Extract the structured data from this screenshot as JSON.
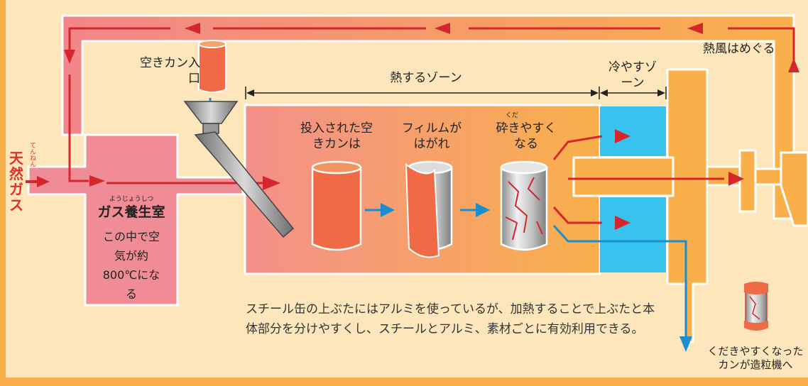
{
  "labels": {
    "can_inlet": "空きカン入口",
    "heat_zone": "熱するゾーン",
    "cool_zone": "冷やすゾーン",
    "hot_air_cycle": "熱風はめぐる",
    "natural_gas": "天然ガス",
    "natural_gas_ruby": "てんねん",
    "gas_chamber": "ガス養生室",
    "gas_chamber_ruby": "ようじょうしつ",
    "gas_chamber_desc": "この中で空気が約800℃になる",
    "stage1": "投入された空きカンは",
    "stage2": "フィルムがはがれ",
    "stage3": "砕きやすくなる",
    "stage3_ruby": "くだ",
    "output": "くだきやすくなったカンが造粒機へ"
  },
  "note": "スチール缶の上ぶたにはアルミを使っているが、加熱することで上ぶたと本体部分を分けやすくし、スチールとアルミ、素材ごとに有効利用できる。",
  "colors": {
    "background": "#fde6bb",
    "heat_gradient_start": "#f2868a",
    "heat_gradient_end": "#f9b04b",
    "cool_zone": "#38c3ef",
    "arrow_red": "#d6262d",
    "arrow_blue": "#1a8fd0",
    "can_orange": "#ef6a45",
    "duct_orange": "#f9b04b"
  }
}
